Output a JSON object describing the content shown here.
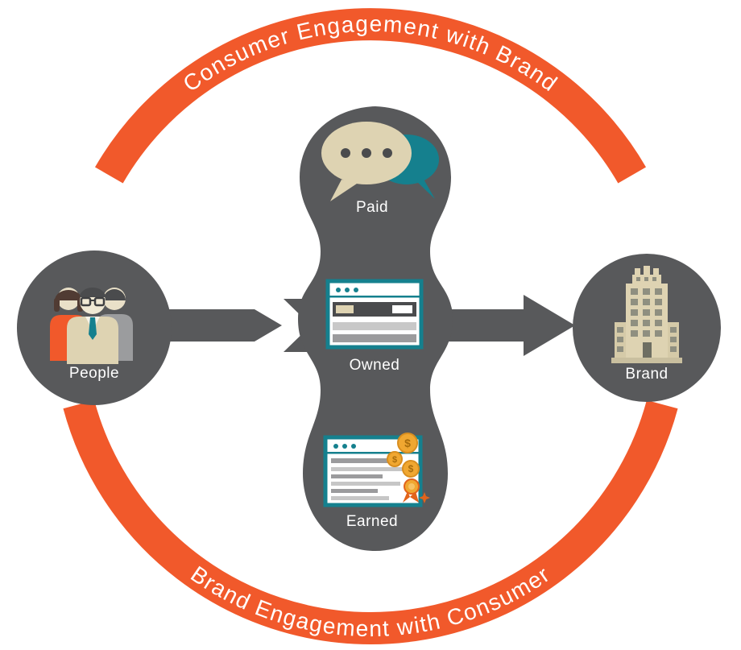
{
  "diagram": {
    "top_arc": {
      "label": "Consumer Engagement with Brand"
    },
    "bottom_arc": {
      "label": "Brand Engagement with Consumer"
    },
    "people_node": {
      "label": "People",
      "icon": "people-group-icon"
    },
    "brand_node": {
      "label": "Brand",
      "icon": "office-building-icon"
    },
    "media_types": [
      {
        "label": "Paid",
        "icon": "speech-bubbles-icon"
      },
      {
        "label": "Owned",
        "icon": "browser-window-icon"
      },
      {
        "label": "Earned",
        "icon": "browser-with-coins-award-icon"
      }
    ],
    "coin_symbol": "$"
  },
  "colors": {
    "orange": "#F1592B",
    "dark_gray": "#58595B",
    "beige": "#DED3B2",
    "teal": "#15808E",
    "gold": "#F0A731",
    "label_text": "#FFFFFF"
  }
}
